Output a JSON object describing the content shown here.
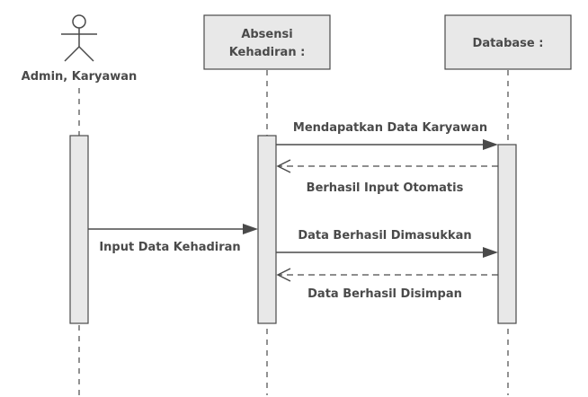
{
  "participants": {
    "actor": {
      "label": "Admin, Karyawan",
      "icon": "stick-figure-icon"
    },
    "absensi": {
      "line1": "Absensi",
      "line2": "Kehadiran :"
    },
    "database": {
      "label": "Database :"
    }
  },
  "messages": {
    "m1": "Mendapatkan Data Karyawan",
    "m2": "Berhasil Input Otomatis",
    "m3": "Input Data Kehadiran",
    "m4": "Data Berhasil Dimasukkan",
    "m5": "Data Berhasil Disimpan"
  }
}
